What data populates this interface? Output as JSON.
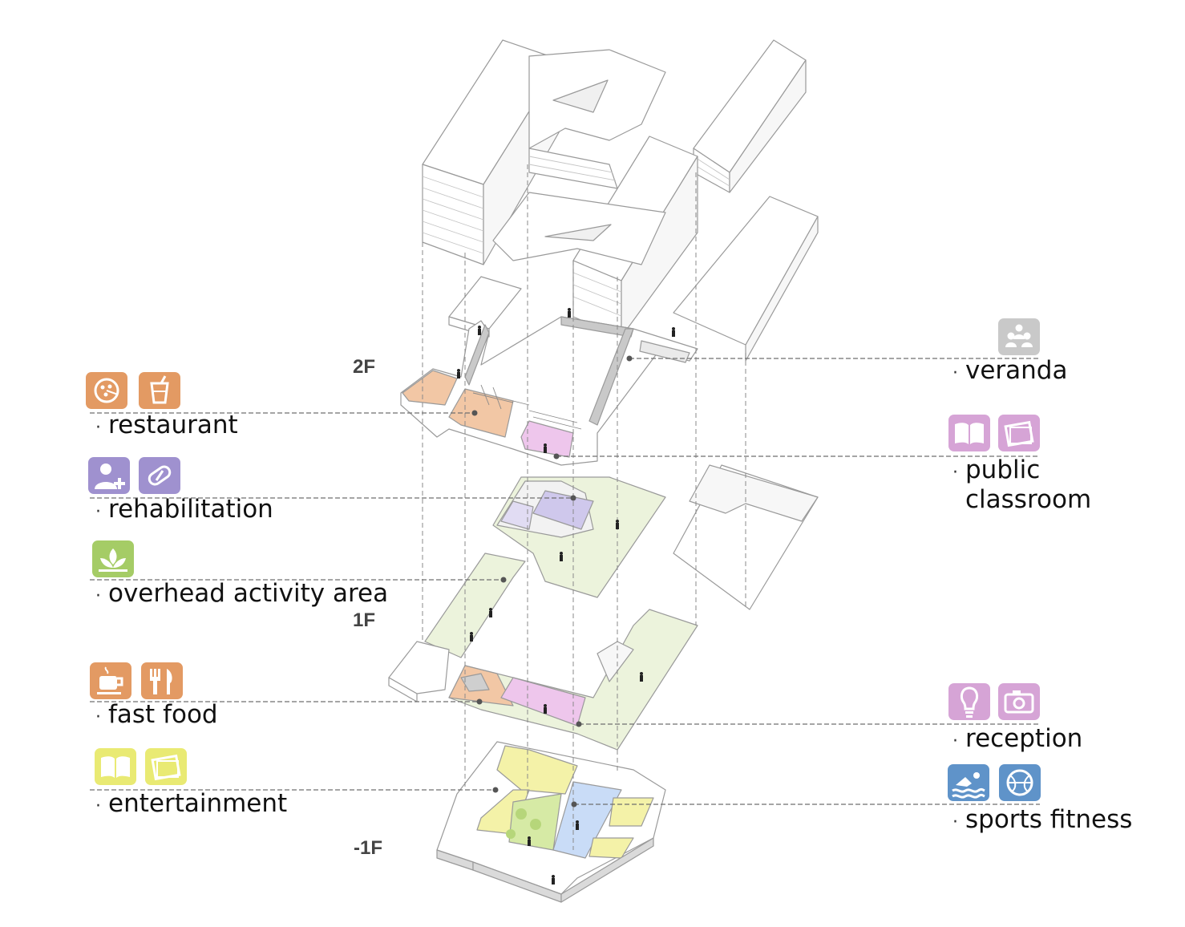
{
  "floors": {
    "f2": "2F",
    "f1": "1F",
    "b1": "-1F"
  },
  "labels": {
    "restaurant": "restaurant",
    "rehabilitation": "rehabilitation",
    "overhead": "overhead activity area",
    "fast_food": "fast food",
    "entertainment": "entertainment",
    "veranda": "veranda",
    "public_line1": "public",
    "public_line2": "classroom",
    "reception": "reception",
    "sports": "sports fitness"
  },
  "bullet": "·",
  "colors": {
    "restaurant": "#e39a63",
    "rehabilitation": "#9f91cf",
    "overhead": "#a5cc66",
    "fast_food": "#e39a63",
    "entertainment": "#e9ea73",
    "veranda": "#c9c9c9",
    "public_classroom": "#d6a4d6",
    "reception": "#d6a4d6",
    "sports": "#5f93c9"
  },
  "icons": {
    "restaurant": [
      "pizza-icon",
      "drink-cup-icon"
    ],
    "rehabilitation": [
      "medical-user-icon",
      "pill-icon"
    ],
    "overhead": [
      "plant-icon"
    ],
    "fast_food": [
      "coffee-cup-icon",
      "fork-knife-icon"
    ],
    "entertainment": [
      "book-icon",
      "picture-frame-icon"
    ],
    "veranda": [
      "people-group-icon"
    ],
    "public_classroom": [
      "book-icon",
      "picture-frame-icon"
    ],
    "reception": [
      "lightbulb-icon",
      "camera-icon"
    ],
    "sports": [
      "swimming-icon",
      "basketball-icon"
    ]
  }
}
